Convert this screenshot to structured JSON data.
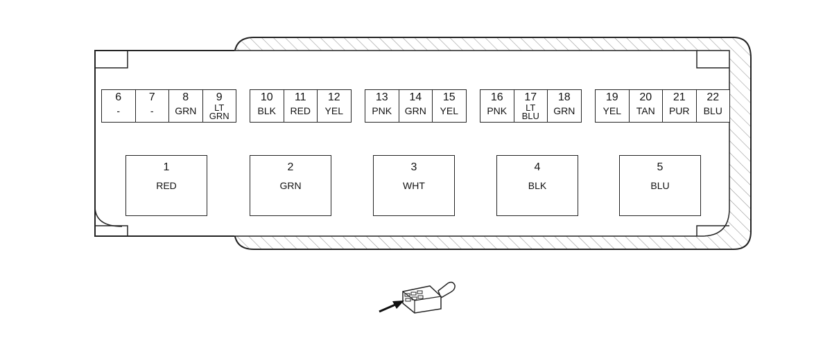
{
  "connector": {
    "small_pins": [
      {
        "number": "6",
        "color": "-"
      },
      {
        "number": "7",
        "color": "-"
      },
      {
        "number": "8",
        "color": "GRN"
      },
      {
        "number": "9",
        "color": "LT\nGRN"
      },
      {
        "number": "10",
        "color": "BLK"
      },
      {
        "number": "11",
        "color": "RED"
      },
      {
        "number": "12",
        "color": "YEL"
      },
      {
        "number": "13",
        "color": "PNK"
      },
      {
        "number": "14",
        "color": "GRN"
      },
      {
        "number": "15",
        "color": "YEL"
      },
      {
        "number": "16",
        "color": "PNK"
      },
      {
        "number": "17",
        "color": "LT\nBLU"
      },
      {
        "number": "18",
        "color": "GRN"
      },
      {
        "number": "19",
        "color": "YEL"
      },
      {
        "number": "20",
        "color": "TAN"
      },
      {
        "number": "21",
        "color": "PUR"
      },
      {
        "number": "22",
        "color": "BLU"
      }
    ],
    "large_pins": [
      {
        "number": "1",
        "color": "RED"
      },
      {
        "number": "2",
        "color": "GRN"
      },
      {
        "number": "3",
        "color": "WHT"
      },
      {
        "number": "4",
        "color": "BLK"
      },
      {
        "number": "5",
        "color": "BLU"
      }
    ]
  }
}
